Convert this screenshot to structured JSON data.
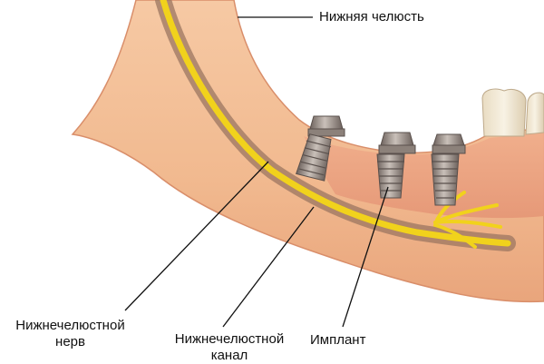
{
  "labels": {
    "mandible": "Нижняя челюсть",
    "nerve_line1": "Нижнечелюстной",
    "nerve_line2": "нерв",
    "canal_line1": "Нижнечелюстной",
    "canal_line2": "канал",
    "implant": "Имплант"
  },
  "colors": {
    "bone": "#f2bf96",
    "gum": "#e8a07f",
    "nerve": "#f1d21c",
    "canal": "#9b7560",
    "implant_metal": "#9a8f88",
    "tooth": "#efe6d2"
  }
}
